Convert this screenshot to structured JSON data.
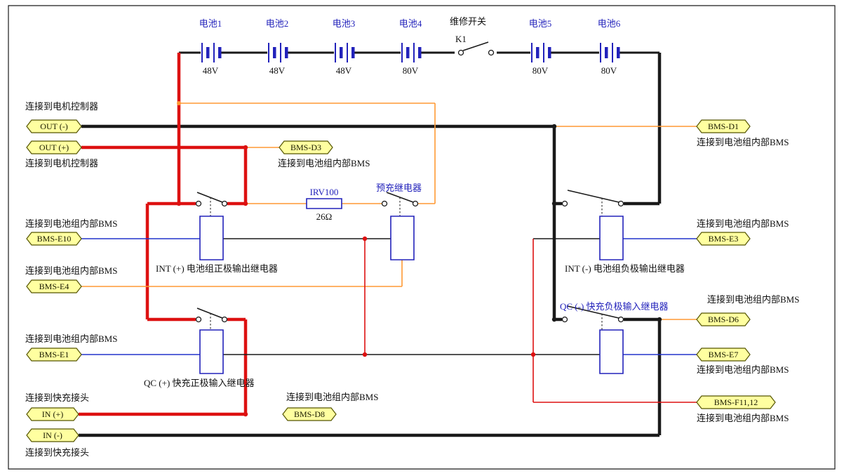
{
  "colors": {
    "wire_black": "#1a1a1a",
    "wire_red": "#dd1111",
    "wire_orange": "#ff9933",
    "wire_blue": "#2233cc",
    "component_blue": "#2222bb",
    "tag_fill": "#ffffa0",
    "tag_border": "#555500"
  },
  "batteries": [
    {
      "label": "电池1",
      "voltage": "48V"
    },
    {
      "label": "电池2",
      "voltage": "48V"
    },
    {
      "label": "电池3",
      "voltage": "48V"
    },
    {
      "label": "电池4",
      "voltage": "80V"
    },
    {
      "label": "电池5",
      "voltage": "80V"
    },
    {
      "label": "电池6",
      "voltage": "80V"
    }
  ],
  "maintenance_switch": {
    "label": "维修开关",
    "designator": "K1"
  },
  "precharge": {
    "relay_label": "预充继电器",
    "resistor_label": "IRV100",
    "resistor_value": "26Ω"
  },
  "relay_labels": {
    "int_plus": "INT (+) 电池组正极输出继电器",
    "qc_plus": "QC (+) 快充正极输入继电器",
    "int_minus": "INT (-) 电池组负极输出继电器",
    "qc_minus": "QC (-) 快充负极输入继电器"
  },
  "tags": {
    "out_minus": "OUT (-)",
    "out_plus": "OUT (+)",
    "in_plus": "IN (+)",
    "in_minus": "IN (-)",
    "bms_d3": "BMS-D3",
    "bms_e10": "BMS-E10",
    "bms_e4": "BMS-E4",
    "bms_e1": "BMS-E1",
    "bms_d8": "BMS-D8",
    "bms_d1": "BMS-D1",
    "bms_e3": "BMS-E3",
    "bms_d6": "BMS-D6",
    "bms_e7": "BMS-E7",
    "bms_f11_12": "BMS-F11,12"
  },
  "notes": {
    "motor": "连接到电机控制器",
    "bms_internal": "连接到电池组内部BMS",
    "charger": "连接到快充接头"
  }
}
